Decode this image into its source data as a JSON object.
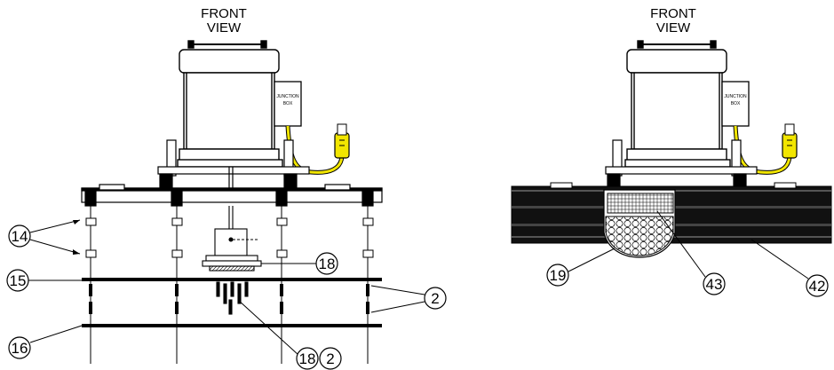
{
  "left_view": {
    "title_line1": "FRONT",
    "title_line2": "VIEW",
    "junction_box_line1": "JUNCTION",
    "junction_box_line2": "BOX",
    "callouts": {
      "c14": "14",
      "c15": "15",
      "c16": "16",
      "c18": "18",
      "c18b": "18",
      "c2": "2",
      "c2b": "2"
    }
  },
  "right_view": {
    "title_line1": "FRONT",
    "title_line2": "VIEW",
    "junction_box_line1": "JUNCTION",
    "junction_box_line2": "BOX",
    "callouts": {
      "c19": "19",
      "c43": "43",
      "c42": "42"
    }
  },
  "colors": {
    "cable": "#f2e600",
    "line": "#000000",
    "background": "#ffffff"
  }
}
